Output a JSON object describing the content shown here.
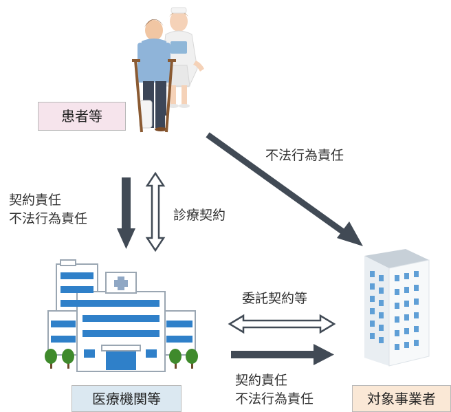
{
  "nodes": {
    "patient": "患者等",
    "hospital": "医療機関等",
    "operator": "対象事業者"
  },
  "edges": {
    "patient_to_operator": "不法行為責任",
    "patient_to_hospital": [
      "契約責任",
      "不法行為責任"
    ],
    "patient_hospital_contract": "診療契約",
    "hospital_operator_contract": "委託契約等",
    "hospital_to_operator": [
      "契約責任",
      "不法行為責任"
    ]
  },
  "colors": {
    "arrow": "#414a55",
    "patient_box": "#f6e4ec",
    "hospital_box": "#dbe8f1",
    "operator_box": "#fae8d6"
  }
}
